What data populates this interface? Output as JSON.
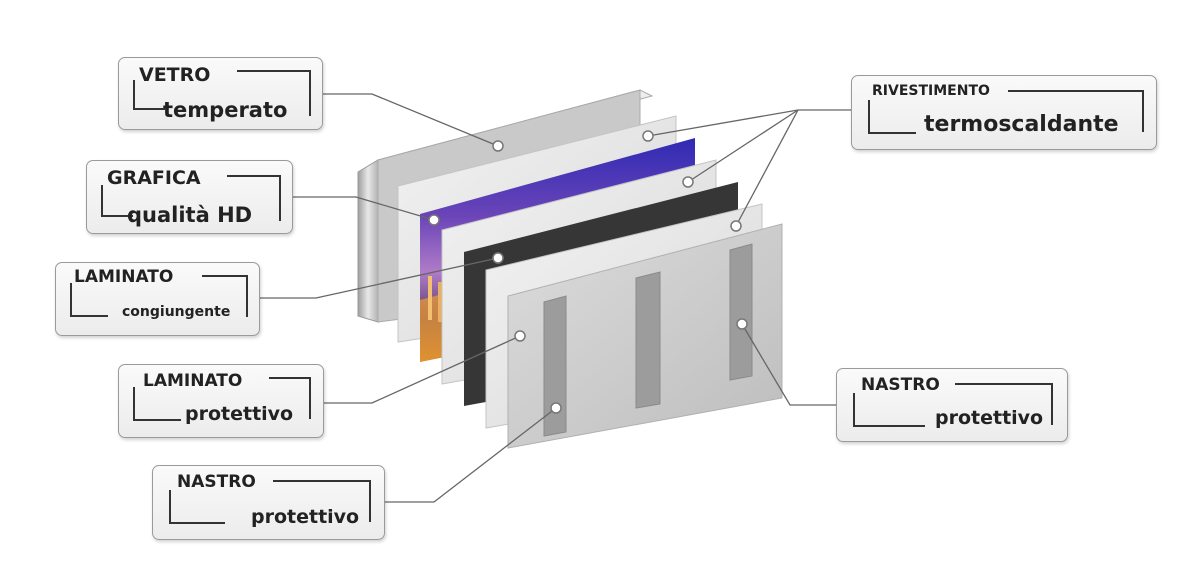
{
  "labels": {
    "vetro": {
      "line1": "VETRO",
      "line2": "temperato"
    },
    "grafica": {
      "line1": "GRAFICA",
      "line2": "qualità HD"
    },
    "laminato_congiungente": {
      "line1": "LAMINATO",
      "line2": "congiungente"
    },
    "laminato_protettivo": {
      "line1": "LAMINATO",
      "line2": "protettivo"
    },
    "nastro_left": {
      "line1": "NASTRO",
      "line2": "protettivo"
    },
    "rivestimento": {
      "line1": "RIVESTIMENTO",
      "line2": "termoscaldante"
    },
    "nastro_right": {
      "line1": "NASTRO",
      "line2": "protettivo"
    }
  },
  "colors": {
    "glass": "#c8c8c8",
    "graphic_sky": "#5a3aa8",
    "black_layer": "#333333",
    "white_layer": "#e6e6e6",
    "back_panel": "#cfcfcf",
    "tape": "#9c9c9c",
    "leader": "#555555"
  }
}
